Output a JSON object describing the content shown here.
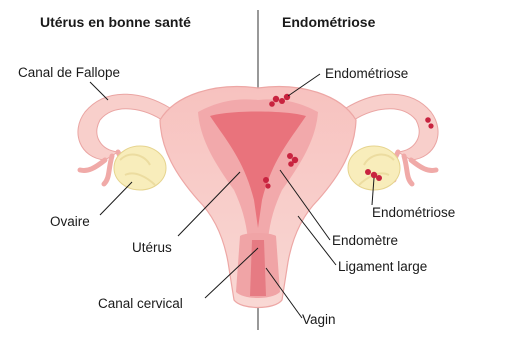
{
  "headings": {
    "left": "Utérus en bonne santé",
    "right": "Endométriose"
  },
  "labels": {
    "fallopian_tube": "Canal de Fallope",
    "ovary": "Ovaire",
    "uterus": "Utérus",
    "cervical_canal": "Canal cervical",
    "endometriosis_top": "Endométriose",
    "endometriosis_ovary": "Endométriose",
    "endometrium": "Endomètre",
    "broad_ligament": "Ligament large",
    "vagina": "Vagin"
  },
  "colors": {
    "tissue_light": "#f9d6d2",
    "tissue_mid": "#f4b7b4",
    "tissue_dark": "#ea7f86",
    "ovary": "#f8edbb",
    "lesion": "#c8233f",
    "divider": "#555555"
  }
}
